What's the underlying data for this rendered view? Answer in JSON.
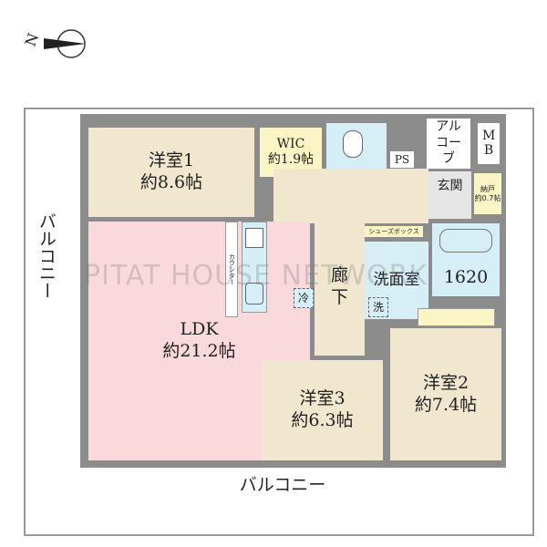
{
  "compass": {
    "label": "N"
  },
  "rooms": {
    "western1": {
      "name": "洋室1",
      "area": "約8.6帖"
    },
    "wic": {
      "name": "WIC",
      "area": "約1.9帖"
    },
    "ps": "PS",
    "alcove": "アルコーブ",
    "mb": "MB",
    "entrance": "玄関",
    "storage": {
      "name": "納戸",
      "area": "約0.7帖"
    },
    "shoebox": "シューズボックス",
    "bath": "1620",
    "washroom": "洗面室",
    "washer": "洗",
    "hallway": "廊下",
    "ldk": {
      "name": "LDK",
      "area": "約21.2帖"
    },
    "counter": "カウンター",
    "fridge": "冷",
    "western2": {
      "name": "洋室2",
      "area": "約7.4帖"
    },
    "western3": {
      "name": "洋室3",
      "area": "約6.3帖"
    }
  },
  "balcony": {
    "left": "バルコニー",
    "bottom": "バルコニー"
  },
  "watermark": "PITAT HOUSE NETWORK"
}
